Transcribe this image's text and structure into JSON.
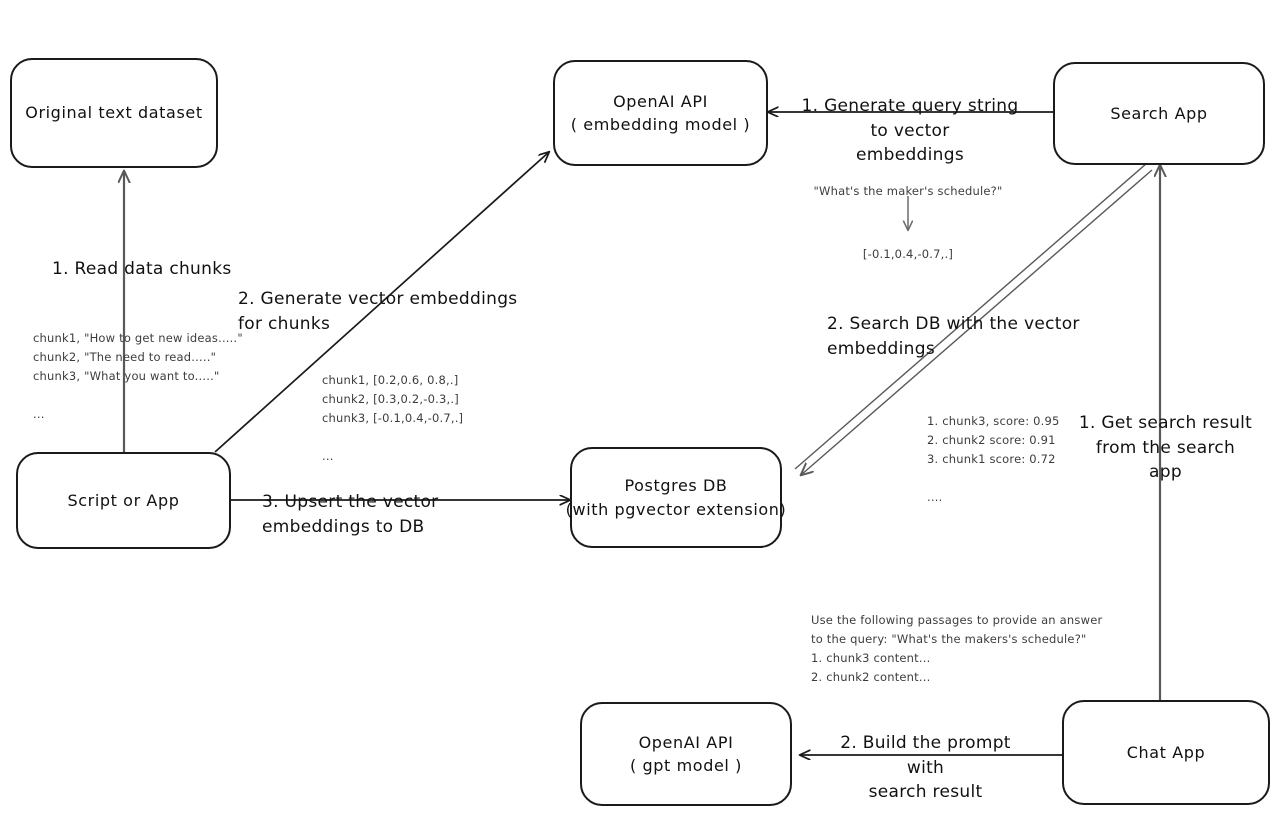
{
  "diagram": {
    "title": "RAG pipeline with OpenAI API and pgvector",
    "background": "#ffffff",
    "stroke_dark": "#1a1a1a",
    "stroke_gray": "#595959",
    "text_color": "#111111",
    "note_color": "#3d3d3d"
  },
  "nodes": {
    "original_dataset": {
      "line1": "Original text dataset",
      "line2": ""
    },
    "script_or_app": {
      "line1": "Script or App",
      "line2": ""
    },
    "openai_embedding": {
      "line1": "OpenAI API",
      "line2": "( embedding model )"
    },
    "postgres_db": {
      "line1": "Postgres DB",
      "line2": "(with pgvector extension)"
    },
    "search_app": {
      "line1": "Search App",
      "line2": ""
    },
    "chat_app": {
      "line1": "Chat App",
      "line2": ""
    },
    "openai_gpt": {
      "line1": "OpenAI API",
      "line2": "( gpt model )"
    }
  },
  "edge_labels": {
    "read_data_chunks": "1. Read data chunks",
    "generate_embeddings_for_chunks": "2. Generate vector embeddings for chunks",
    "upsert_to_db": "3. Upsert the vector embeddings  to DB",
    "generate_query_embeddings": "1. Generate query string to vector\nembeddings",
    "search_db": "2. Search DB with the vector embeddings",
    "get_search_result": "1. Get search result\nfrom the search app",
    "build_prompt": "2. Build the prompt with\nsearch result"
  },
  "notes": {
    "raw_chunks": "chunk1, \"How to get new ideas.....\"\nchunk2, \"The need to read.....\"\nchunk3, \"What you want to.....\"\n\n...",
    "chunk_vectors": "chunk1, [0.2,0.6, 0.8,.]\nchunk2, [0.3,0.2,-0.3,.]\nchunk3, [-0.1,0.4,-0.7,.]\n\n...",
    "query_text": "\"What's the maker's schedule?\"",
    "query_vector": "[-0.1,0.4,-0.7,.]",
    "search_results": "1. chunk3, score: 0.95\n2. chunk2 score: 0.91\n3. chunk1 score: 0.72\n\n....",
    "prompt_text": "Use the following passages to provide an answer\nto the query: \"What's the makers's schedule?\"\n1. chunk3 content...\n2. chunk2 content..."
  }
}
